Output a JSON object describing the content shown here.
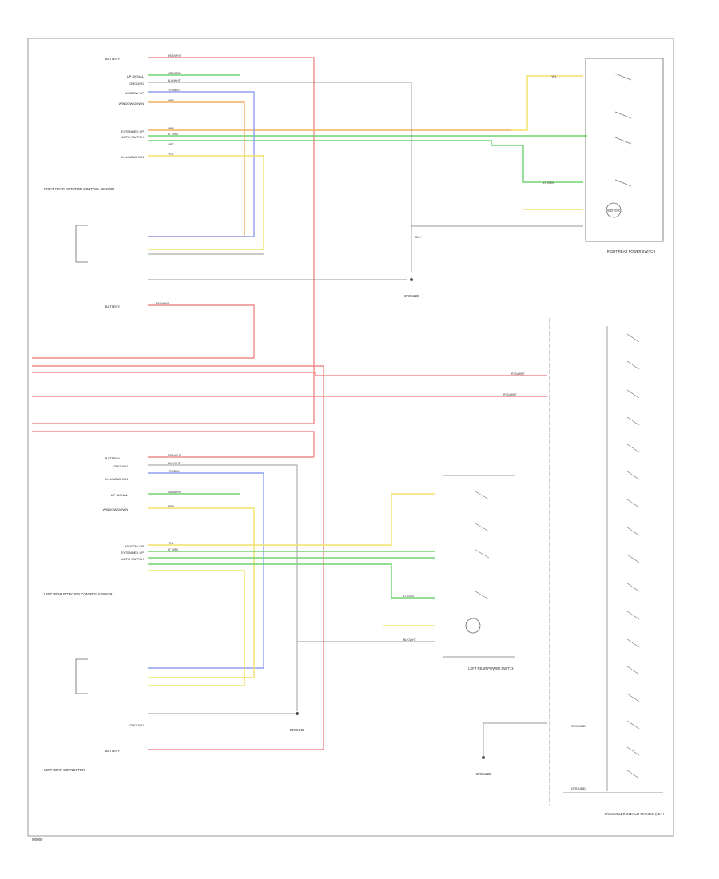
{
  "diagram": {
    "footer_code": "W0000",
    "components": {
      "right_rear_sensor": "RIGHT REAR ROTATION CONTROL SENSOR",
      "right_rear_switch": "RIGHT REAR POWER SWITCH",
      "left_rear_sensor": "LEFT REAR ROTATION CONTROL SENSOR",
      "left_rear_switch": "LEFT REAR POWER SWITCH",
      "left_rear_connector": "LEFT REAR CONNECTOR",
      "master_switch": "PASSENGER SWITCH MASTER (LEFT)",
      "ground_rr": "GROUND",
      "ground_lr": "GROUND",
      "ground_ms": "GROUND"
    },
    "labels": {
      "battery": "BATTERY",
      "up_signal": "UP SIGNAL",
      "ground": "GROUND",
      "window_up": "WINDOW UP",
      "window_down": "WINDOW DOWN",
      "extended_up": "EXTENDED UP",
      "auto_switch": "AUTO SWITCH",
      "illumination": "ILLUMINATION",
      "motor": "MOTOR"
    },
    "wire_colors": {
      "red": "#f08a8a",
      "yellow": "#f2e06a",
      "green": "#6fd36f",
      "orange": "#f0b060",
      "blue": "#8f9ff0",
      "grey": "#8a8a8a",
      "black": "#444444"
    },
    "wire_codes": {
      "red_wht": "RED/WHT",
      "grn_brn": "GRN/BRN",
      "blk_wht": "BLK/WHT",
      "yel_blu": "YEL/BLU",
      "org": "ORG",
      "lt_grn": "LT GRN",
      "gry": "GRY",
      "yel": "YEL",
      "blk": "BLK",
      "brn": "BRN"
    }
  }
}
